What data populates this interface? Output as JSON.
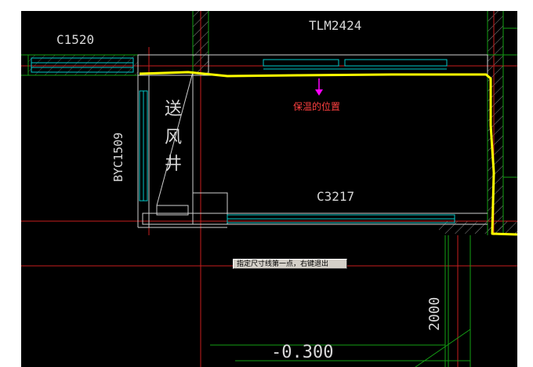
{
  "labels": {
    "top_left_window": "C1520",
    "top_door": "TLM2424",
    "left_window_vertical": "BYC1509",
    "shaft_char_1": "送",
    "shaft_char_2": "风",
    "shaft_char_3": "井",
    "annotation": "保温的位置",
    "lower_window": "C3217",
    "dimension_vertical": "2000",
    "elevation": "-0.300"
  },
  "prompt": {
    "text": "指定尺寸线第一点，右键退出"
  },
  "colors": {
    "background": "#000000",
    "cyan": "#00c8c8",
    "green": "#14a014",
    "red": "#c81e1e",
    "yellow": "#ffff00",
    "magenta": "#ff00ff",
    "white_line": "#cfcfcf",
    "annotation_text": "#ff4040"
  }
}
